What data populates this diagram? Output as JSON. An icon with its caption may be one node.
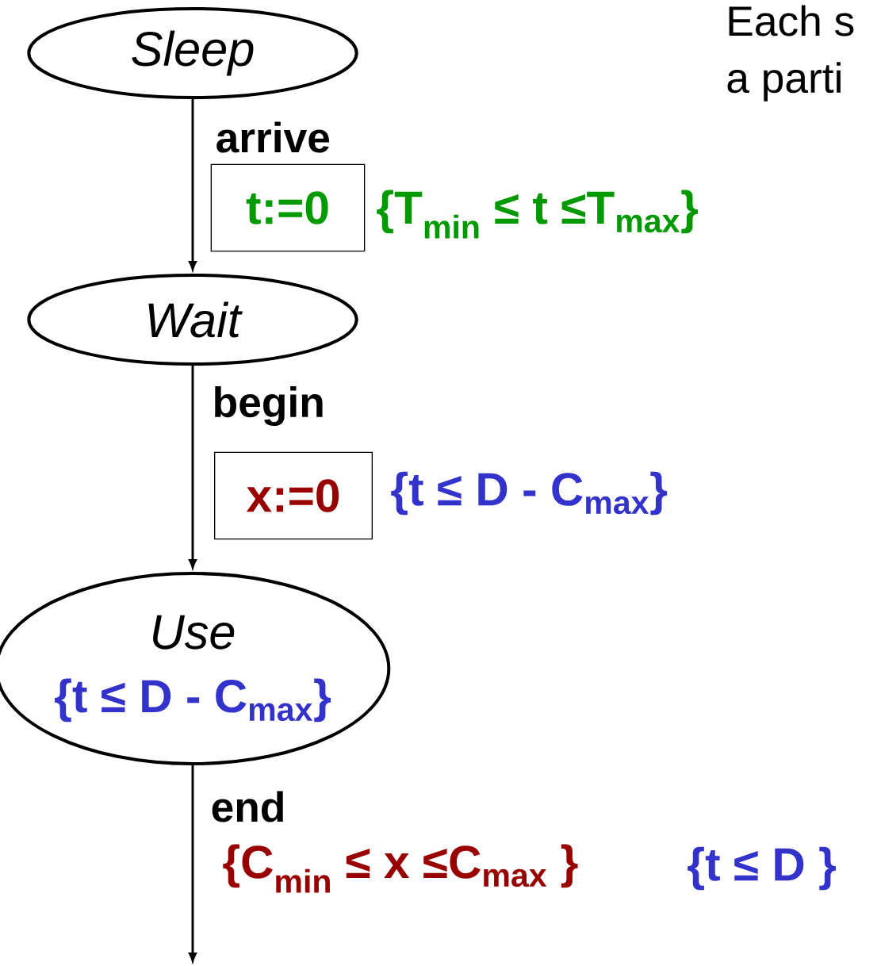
{
  "diagram": {
    "nodes": [
      {
        "text": [
          "Sleep"
        ]
      },
      {
        "text": [
          "Wait"
        ]
      },
      {
        "text": [
          "Use",
          "{t ≤ D - C$_{max}$}"
        ]
      },
      {
        "text": [
          "t:=0"
        ]
      },
      {
        "text": [
          "x:=0"
        ]
      }
    ],
    "edges": [
      {
        "from": 0,
        "to": 1,
        "arrow": "to",
        "label": "arrive"
      },
      {
        "from": 1,
        "to": 2,
        "arrow": "to",
        "label": "begin"
      },
      {
        "from": 2,
        "to": null,
        "arrow": "to",
        "label": "end"
      }
    ],
    "labels": [
      "Each s",
      "a parti",
      "{T$_{min}$ ≤ t ≤T$_{max}$}",
      "{t ≤ D - C$_{max}$}",
      "{C$_{min}$ ≤ x ≤C$_{max}$ }",
      "{t ≤ D }"
    ]
  }
}
